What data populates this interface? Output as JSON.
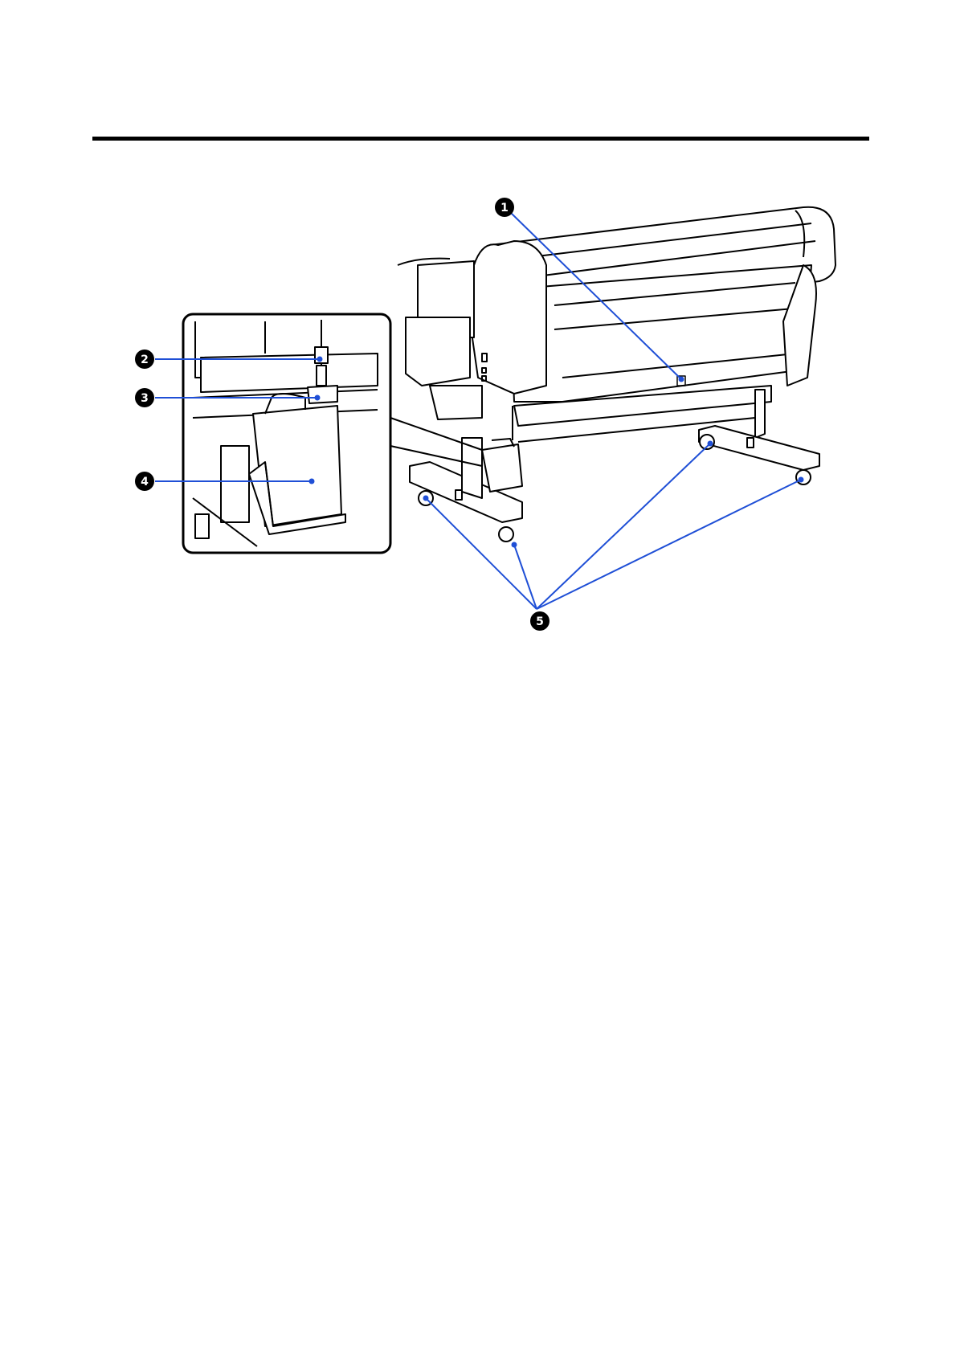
{
  "page": {
    "background": "#ffffff",
    "header_rule_color": "#000000"
  },
  "figure": {
    "leader_color": "#1f4fd6",
    "callouts": [
      {
        "id": "1",
        "label": "1"
      },
      {
        "id": "2",
        "label": "2"
      },
      {
        "id": "3",
        "label": "3"
      },
      {
        "id": "4",
        "label": "4"
      },
      {
        "id": "5",
        "label": "5"
      }
    ]
  }
}
